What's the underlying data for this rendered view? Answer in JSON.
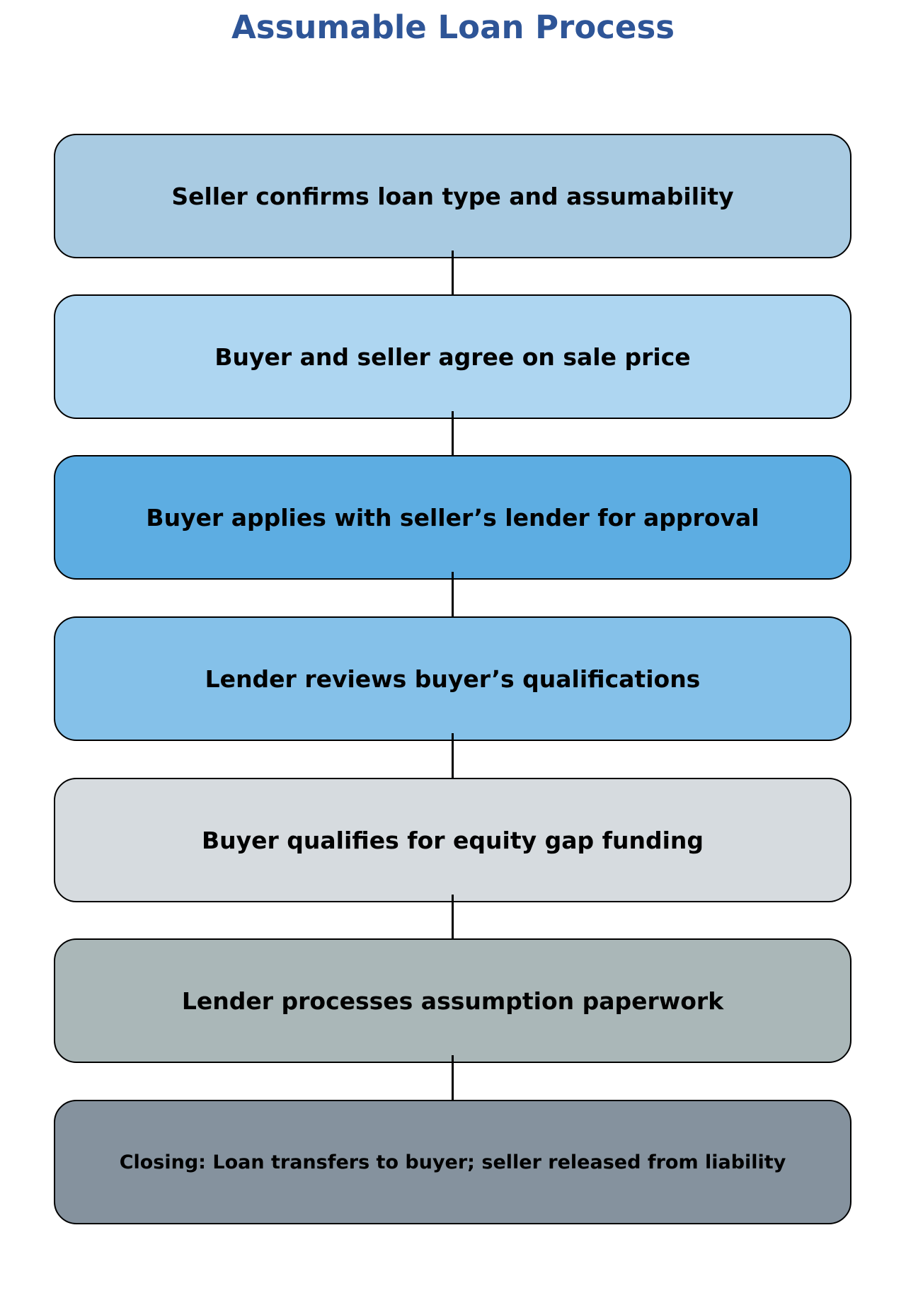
{
  "title": "Assumable Loan Process",
  "title_color": "#2E5597",
  "steps": [
    {
      "label": "Seller confirms loan type and assumability",
      "color": "#A9CBE2"
    },
    {
      "label": "Buyer and seller agree on sale price",
      "color": "#AED6F1"
    },
    {
      "label": "Buyer applies with seller’s lender for approval",
      "color": "#5DADE2"
    },
    {
      "label": "Lender reviews buyer’s qualifications",
      "color": "#85C1E9"
    },
    {
      "label": "Buyer qualifies for equity gap funding",
      "color": "#D6DBDF"
    },
    {
      "label": "Lender processes assumption paperwork",
      "color": "#AAB7B8"
    },
    {
      "label": "Closing: Loan transfers to buyer; seller released from liability",
      "color": "#85929E"
    }
  ],
  "connector_color": "#000000"
}
